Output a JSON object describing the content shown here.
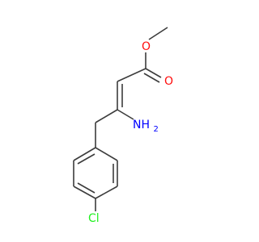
{
  "molecule": {
    "atoms": {
      "oxygen_ether": {
        "label": "O",
        "color": "#ff0d0d"
      },
      "oxygen_carbonyl": {
        "label": "O",
        "color": "#ff0d0d"
      },
      "nitrogen": {
        "label": "NH",
        "subscript": "2",
        "color": "#0000ff"
      },
      "chlorine": {
        "label": "Cl",
        "color": "#1ff01f"
      }
    }
  }
}
